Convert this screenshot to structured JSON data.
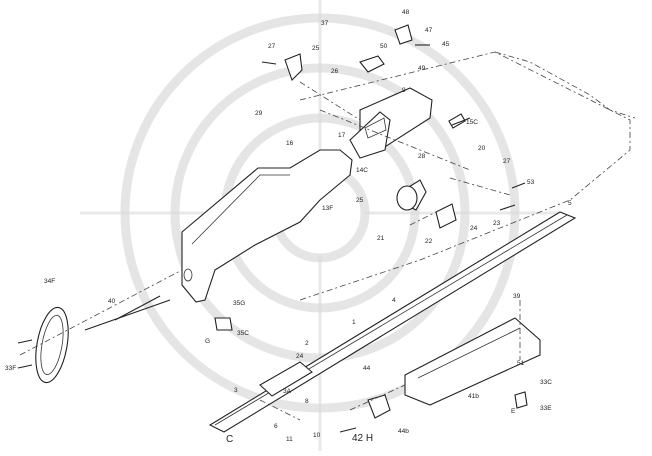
{
  "watermark": {
    "text": ""
  },
  "callouts": [
    {
      "id": "c-48",
      "text": "48"
    },
    {
      "id": "c-47",
      "text": "47"
    },
    {
      "id": "c-37",
      "text": "37"
    },
    {
      "id": "c-27a",
      "text": "27"
    },
    {
      "id": "c-25",
      "text": "25"
    },
    {
      "id": "c-45",
      "text": "45"
    },
    {
      "id": "c-50",
      "text": "50"
    },
    {
      "id": "c-49",
      "text": "49"
    },
    {
      "id": "c-26",
      "text": "26"
    },
    {
      "id": "c-29",
      "text": "29"
    },
    {
      "id": "c-9",
      "text": "9"
    },
    {
      "id": "c-15c",
      "text": "15C"
    },
    {
      "id": "c-17",
      "text": "17"
    },
    {
      "id": "c-16",
      "text": "16"
    },
    {
      "id": "c-14c",
      "text": "14C"
    },
    {
      "id": "c-20",
      "text": "20"
    },
    {
      "id": "c-27b",
      "text": "27"
    },
    {
      "id": "c-28",
      "text": "28"
    },
    {
      "id": "c-53",
      "text": "53"
    },
    {
      "id": "c-25b",
      "text": "25"
    },
    {
      "id": "c-13f",
      "text": "13F"
    },
    {
      "id": "c-21",
      "text": "21"
    },
    {
      "id": "c-22",
      "text": "22"
    },
    {
      "id": "c-24",
      "text": "24"
    },
    {
      "id": "c-23",
      "text": "23"
    },
    {
      "id": "c-5",
      "text": "5"
    },
    {
      "id": "c-34f",
      "text": "34F"
    },
    {
      "id": "c-40",
      "text": "40"
    },
    {
      "id": "c-35g",
      "text": "35G"
    },
    {
      "id": "c-35c",
      "text": "35C"
    },
    {
      "id": "c-g",
      "text": "G"
    },
    {
      "id": "c-33f",
      "text": "33F"
    },
    {
      "id": "c-1",
      "text": "1"
    },
    {
      "id": "c-39",
      "text": "39"
    },
    {
      "id": "c-4",
      "text": "4"
    },
    {
      "id": "c-44",
      "text": "44"
    },
    {
      "id": "c-2",
      "text": "2"
    },
    {
      "id": "c-24b",
      "text": "24"
    },
    {
      "id": "c-3a",
      "text": "3A"
    },
    {
      "id": "c-3",
      "text": "3"
    },
    {
      "id": "c-51",
      "text": "51"
    },
    {
      "id": "c-33c",
      "text": "33C"
    },
    {
      "id": "c-e",
      "text": "E"
    },
    {
      "id": "c-33e",
      "text": "33E"
    },
    {
      "id": "c-41b",
      "text": "41b"
    },
    {
      "id": "c-8",
      "text": "8"
    },
    {
      "id": "c-6",
      "text": "6"
    },
    {
      "id": "c-11",
      "text": "11"
    },
    {
      "id": "c-10",
      "text": "10"
    },
    {
      "id": "c-c",
      "text": "C"
    },
    {
      "id": "c-42h",
      "text": "42 H"
    },
    {
      "id": "c-44b",
      "text": "44b"
    }
  ]
}
